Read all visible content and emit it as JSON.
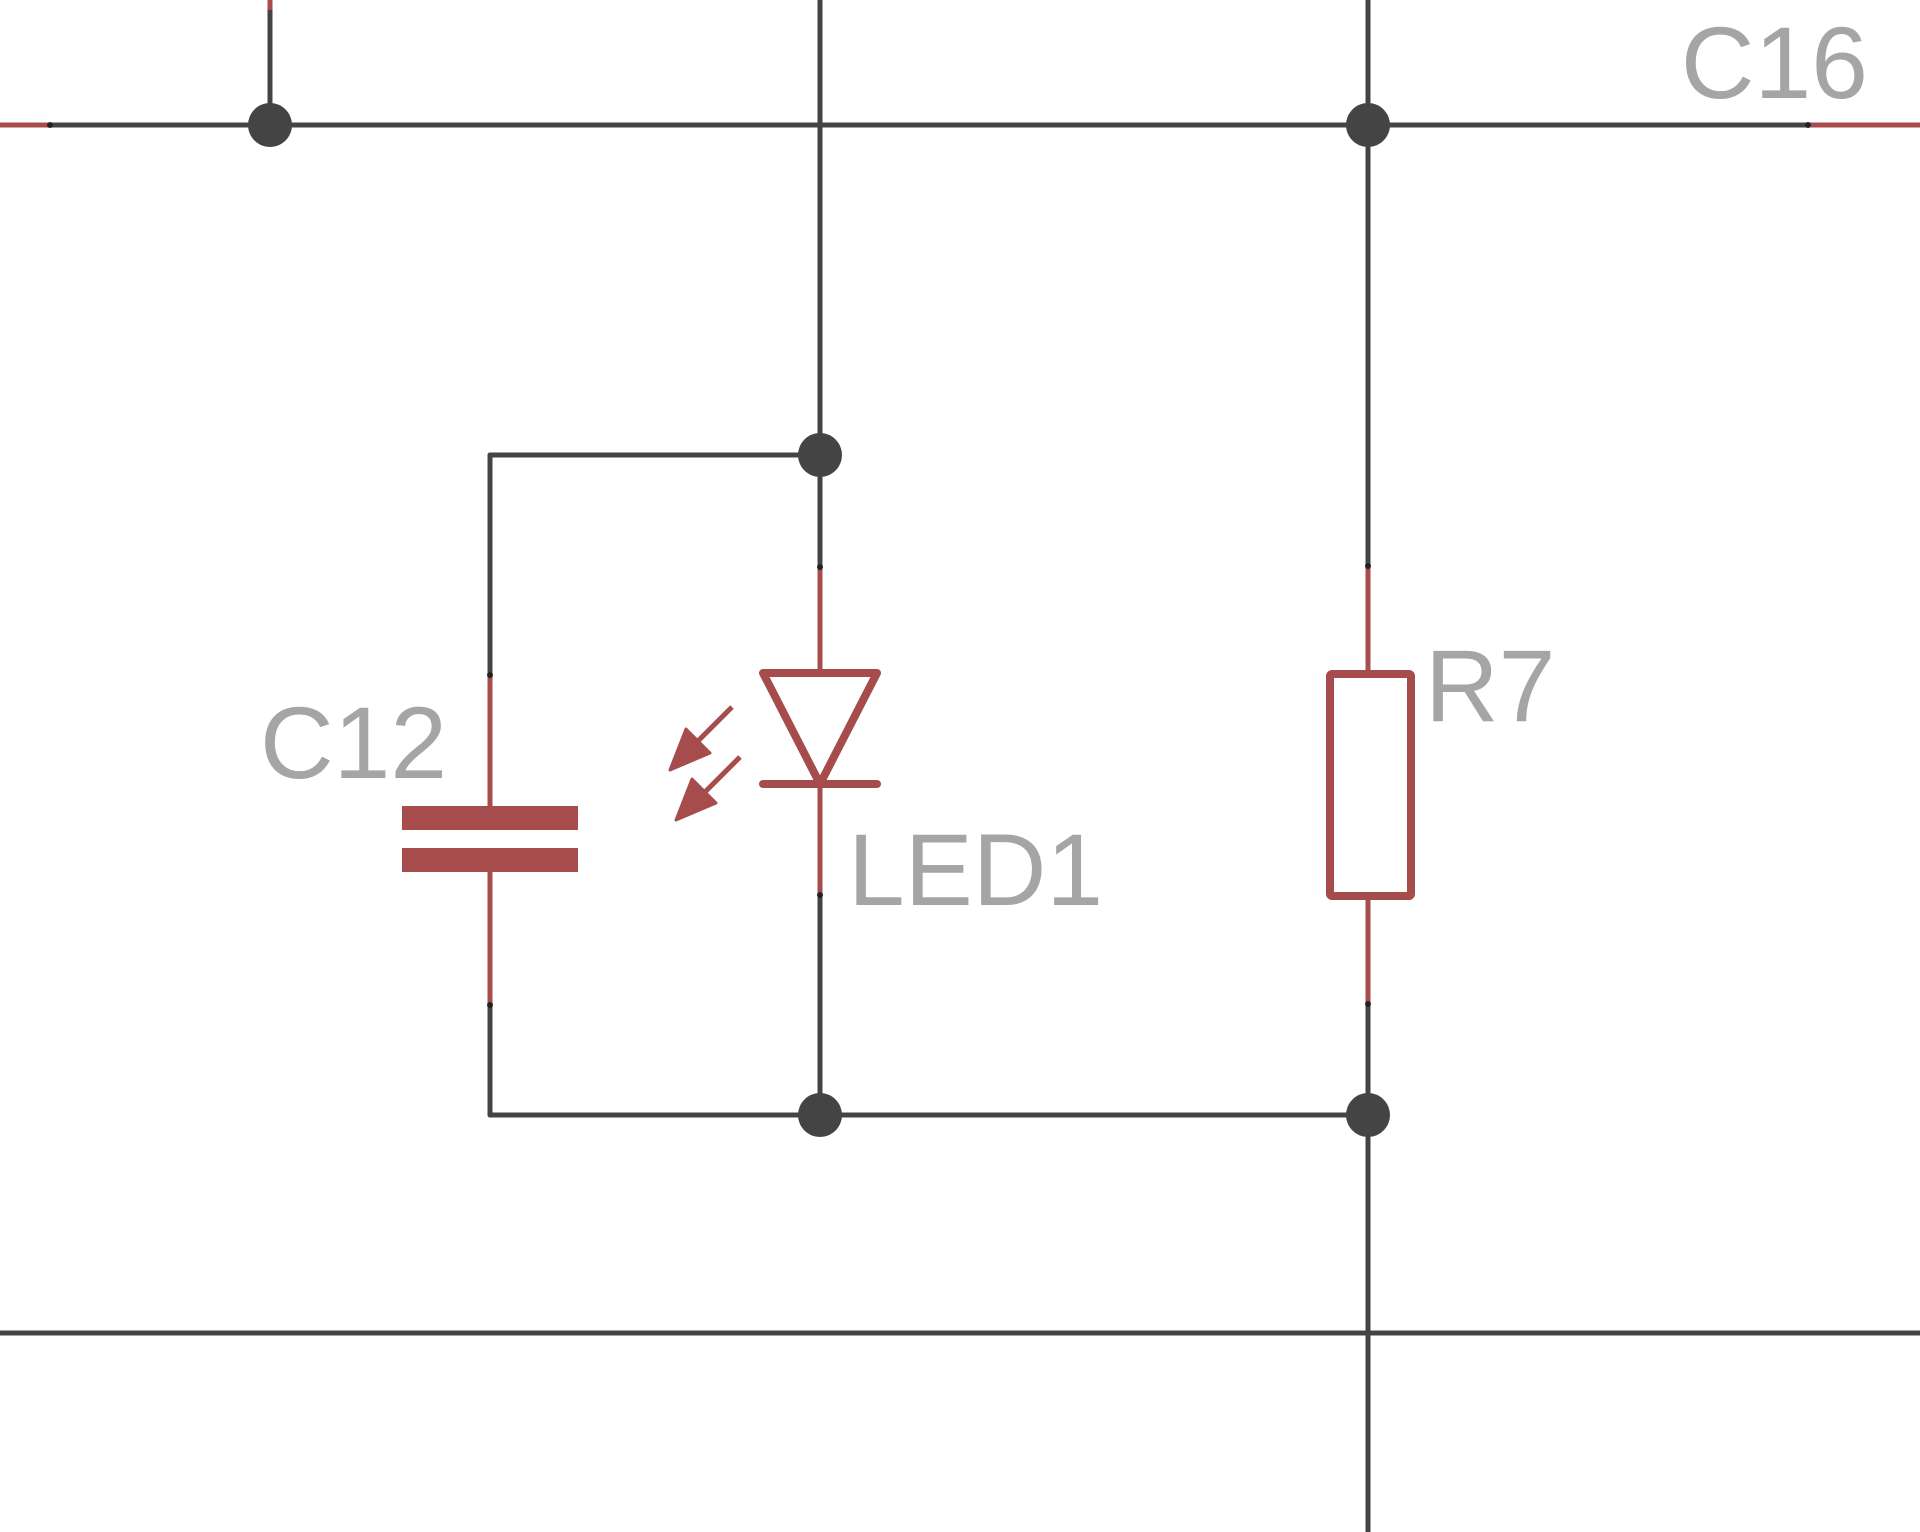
{
  "colors": {
    "wire": "#444444",
    "component": "#a64c4c",
    "label": "#a5a5a5",
    "background": "#ffffff"
  },
  "components": [
    {
      "id": "c12",
      "type": "capacitor",
      "label": "C12"
    },
    {
      "id": "led1",
      "type": "led",
      "label": "LED1"
    },
    {
      "id": "r7",
      "type": "resistor",
      "label": "R7"
    },
    {
      "id": "c16",
      "type": "capacitor",
      "label": "C16"
    }
  ]
}
